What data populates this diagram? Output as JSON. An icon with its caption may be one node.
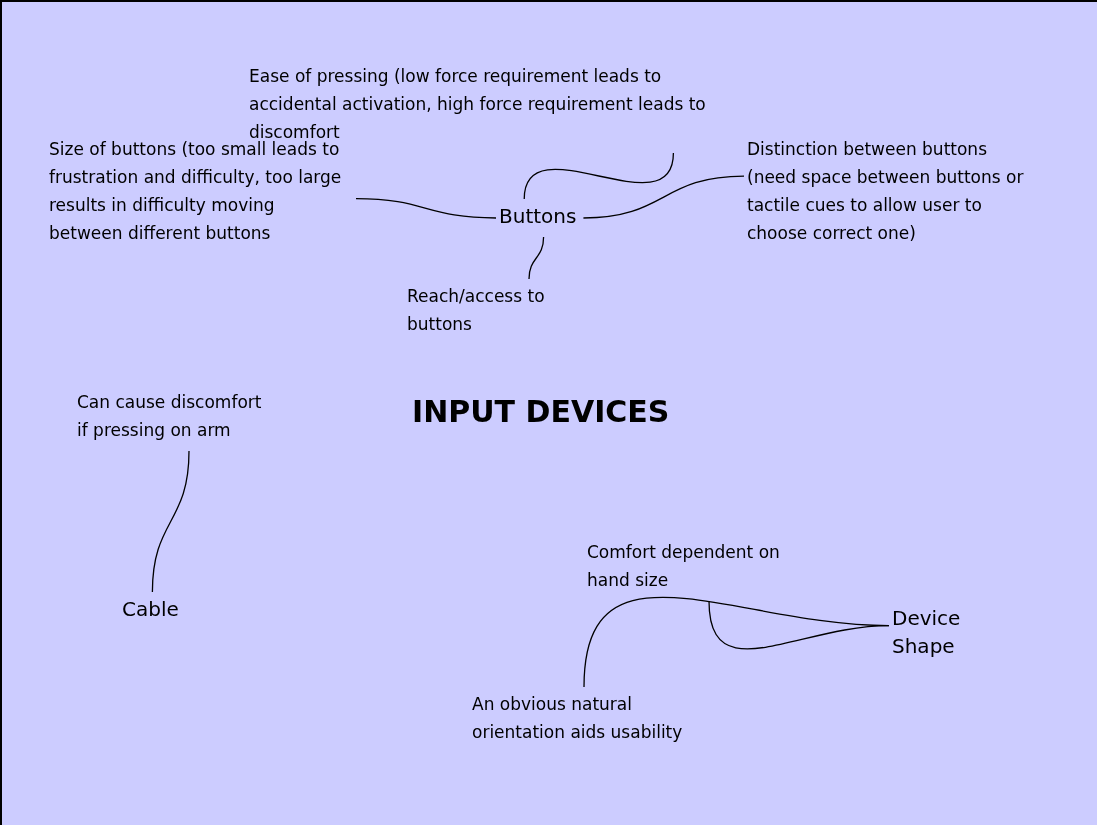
{
  "diagram": {
    "title": "INPUT DEVICES",
    "nodes": [
      {
        "text": [
          "Ease of pressing (low force requirement leads to accidental activation, high force requirement leads to discomfort"
        ]
      },
      {
        "text": [
          "Size of buttons (too small leads to frustration and difficulty, too large results in difficulty moving between different buttons"
        ]
      },
      {
        "text": [
          "Buttons"
        ]
      },
      {
        "text": [
          "Distinction between buttons (need space between buttons or tactile cues to allow user to choose correct one)"
        ]
      },
      {
        "text": [
          "Reach/access to buttons"
        ]
      },
      {
        "text": [
          "Can cause discomfort if pressing on arm"
        ]
      },
      {
        "text": [
          "Cable"
        ]
      },
      {
        "text": [
          "Comfort dependent on hand size"
        ]
      },
      {
        "text": [
          "Device Shape"
        ]
      },
      {
        "text": [
          "An obvious natural orientation aids usability"
        ]
      }
    ],
    "edges": [
      {
        "from": 2,
        "to": 0,
        "arrow": "none"
      },
      {
        "from": 2,
        "to": 1,
        "arrow": "none"
      },
      {
        "from": 2,
        "to": 3,
        "arrow": "none"
      },
      {
        "from": 2,
        "to": 4,
        "arrow": "none"
      },
      {
        "from": 6,
        "to": 5,
        "arrow": "none"
      },
      {
        "from": 8,
        "to": 7,
        "arrow": "none"
      },
      {
        "from": 8,
        "to": 9,
        "arrow": "none"
      }
    ]
  }
}
